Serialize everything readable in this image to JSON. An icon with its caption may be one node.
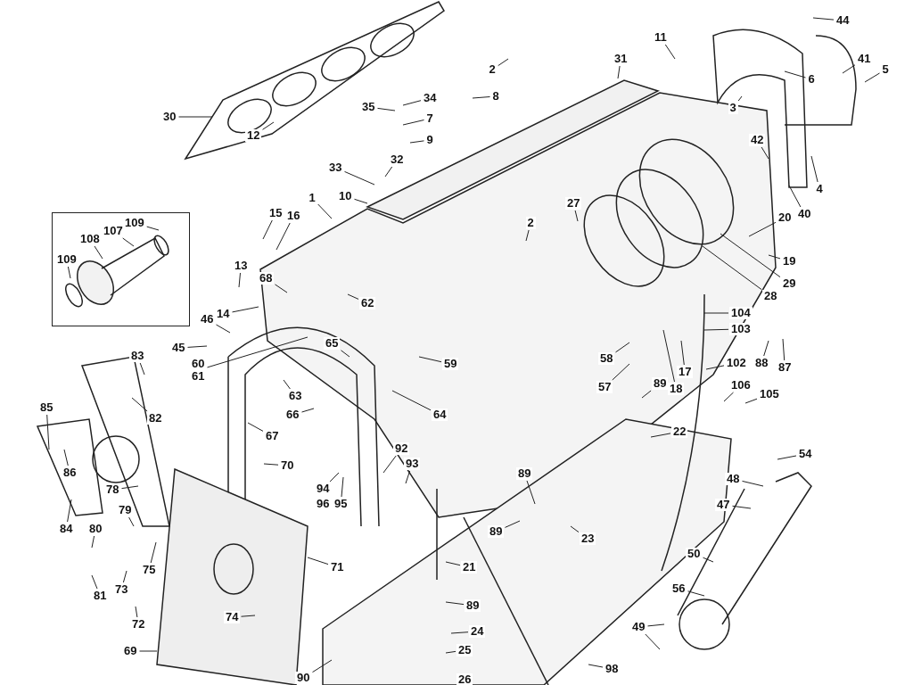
{
  "diagram": {
    "nodes": [
      {
        "text": [
          "30"
        ]
      },
      {
        "text": [
          "12"
        ]
      },
      {
        "text": [
          "2"
        ]
      },
      {
        "text": [
          "31"
        ]
      },
      {
        "text": [
          "11"
        ]
      },
      {
        "text": [
          "44"
        ]
      },
      {
        "text": [
          "41"
        ]
      },
      {
        "text": [
          "5"
        ]
      },
      {
        "text": [
          "6"
        ]
      },
      {
        "text": [
          "3"
        ]
      },
      {
        "text": [
          "8"
        ]
      },
      {
        "text": [
          "35"
        ]
      },
      {
        "text": [
          "34"
        ]
      },
      {
        "text": [
          "7"
        ]
      },
      {
        "text": [
          "9"
        ]
      },
      {
        "text": [
          "42"
        ]
      },
      {
        "text": [
          "32"
        ]
      },
      {
        "text": [
          "33"
        ]
      },
      {
        "text": [
          "4"
        ]
      },
      {
        "text": [
          "10"
        ]
      },
      {
        "text": [
          "1"
        ]
      },
      {
        "text": [
          "27"
        ]
      },
      {
        "text": [
          "40"
        ]
      },
      {
        "text": [
          "20"
        ]
      },
      {
        "text": [
          "15"
        ]
      },
      {
        "text": [
          "16"
        ]
      },
      {
        "text": [
          "2"
        ]
      },
      {
        "text": [],
        "shape": "box"
      },
      {
        "text": [
          "109"
        ],
        "in": 27
      },
      {
        "text": [
          "107"
        ],
        "in": 27
      },
      {
        "text": [
          "108"
        ],
        "in": 27
      },
      {
        "text": [
          "109"
        ],
        "in": 27
      },
      {
        "text": [
          "19"
        ]
      },
      {
        "text": [
          "13"
        ]
      },
      {
        "text": [
          "68"
        ]
      },
      {
        "text": [
          "29"
        ]
      },
      {
        "text": [
          "28"
        ]
      },
      {
        "text": [
          "62"
        ]
      },
      {
        "text": [
          "104"
        ]
      },
      {
        "text": [
          "14"
        ]
      },
      {
        "text": [
          "46"
        ]
      },
      {
        "text": [
          "103"
        ]
      },
      {
        "text": [
          "65"
        ]
      },
      {
        "text": [
          "45"
        ]
      },
      {
        "text": [
          "83"
        ]
      },
      {
        "text": [
          "60",
          "61"
        ]
      },
      {
        "text": [
          "58"
        ]
      },
      {
        "text": [
          "88"
        ]
      },
      {
        "text": [
          "102"
        ]
      },
      {
        "text": [
          "59"
        ]
      },
      {
        "text": [
          "87"
        ]
      },
      {
        "text": [
          "17"
        ]
      },
      {
        "text": [
          "89"
        ]
      },
      {
        "text": [
          "106"
        ]
      },
      {
        "text": [
          "57"
        ]
      },
      {
        "text": [
          "18"
        ]
      },
      {
        "text": [
          "105"
        ]
      },
      {
        "text": [
          "63"
        ]
      },
      {
        "text": [
          "85"
        ]
      },
      {
        "text": [
          "66"
        ]
      },
      {
        "text": [
          "64"
        ]
      },
      {
        "text": [
          "82"
        ]
      },
      {
        "text": [
          "22"
        ]
      },
      {
        "text": [
          "67"
        ]
      },
      {
        "text": [
          "92"
        ]
      },
      {
        "text": [
          "54"
        ]
      },
      {
        "text": [
          "93"
        ]
      },
      {
        "text": [
          "70"
        ]
      },
      {
        "text": [
          "86"
        ]
      },
      {
        "text": [
          "89"
        ]
      },
      {
        "text": [
          "48"
        ]
      },
      {
        "text": [
          "94"
        ]
      },
      {
        "text": [
          "78"
        ]
      },
      {
        "text": [
          "95"
        ]
      },
      {
        "text": [
          "47"
        ]
      },
      {
        "text": [
          "79"
        ]
      },
      {
        "text": [
          "80"
        ]
      },
      {
        "text": [
          "84"
        ]
      },
      {
        "text": [
          "89"
        ]
      },
      {
        "text": [
          "23"
        ]
      },
      {
        "text": [
          "50"
        ]
      },
      {
        "text": [
          "21"
        ]
      },
      {
        "text": [
          "71"
        ]
      },
      {
        "text": [
          "75"
        ]
      },
      {
        "text": [
          "56"
        ]
      },
      {
        "text": [
          "73"
        ]
      },
      {
        "text": [
          "81"
        ]
      },
      {
        "text": [
          "89"
        ]
      },
      {
        "text": [
          "74"
        ]
      },
      {
        "text": [
          "72"
        ]
      },
      {
        "text": [
          "49"
        ]
      },
      {
        "text": [
          "24"
        ]
      },
      {
        "text": [
          "25"
        ]
      },
      {
        "text": [
          "69"
        ]
      },
      {
        "text": [
          "98"
        ]
      },
      {
        "text": [
          "90"
        ]
      },
      {
        "text": [
          "96"
        ]
      },
      {
        "text": [
          "26"
        ]
      }
    ],
    "edges": [
      {
        "from": 0,
        "to": null,
        "arrow": "none"
      },
      {
        "from": 1,
        "to": null,
        "arrow": "none"
      },
      {
        "from": 2,
        "to": null,
        "arrow": "none"
      },
      {
        "from": 3,
        "to": null,
        "arrow": "none"
      },
      {
        "from": 4,
        "to": null,
        "arrow": "none"
      },
      {
        "from": 5,
        "to": null,
        "arrow": "none"
      },
      {
        "from": 6,
        "to": null,
        "arrow": "none"
      },
      {
        "from": 7,
        "to": null,
        "arrow": "none"
      },
      {
        "from": 8,
        "to": null,
        "arrow": "none"
      },
      {
        "from": 9,
        "to": null,
        "arrow": "none"
      },
      {
        "from": 10,
        "to": null,
        "arrow": "none"
      },
      {
        "from": 11,
        "to": null,
        "arrow": "none"
      },
      {
        "from": 12,
        "to": null,
        "arrow": "none"
      },
      {
        "from": 13,
        "to": null,
        "arrow": "none"
      },
      {
        "from": 14,
        "to": null,
        "arrow": "none"
      },
      {
        "from": 15,
        "to": null,
        "arrow": "none"
      },
      {
        "from": 16,
        "to": null,
        "arrow": "none"
      },
      {
        "from": 17,
        "to": null,
        "arrow": "none"
      },
      {
        "from": 18,
        "to": null,
        "arrow": "none"
      },
      {
        "from": 19,
        "to": null,
        "arrow": "none"
      },
      {
        "from": 20,
        "to": null,
        "arrow": "none"
      },
      {
        "from": 21,
        "to": null,
        "arrow": "none"
      },
      {
        "from": 22,
        "to": null,
        "arrow": "none"
      },
      {
        "from": 23,
        "to": null,
        "arrow": "none"
      },
      {
        "from": 24,
        "to": null,
        "arrow": "none"
      },
      {
        "from": 25,
        "to": null,
        "arrow": "none"
      },
      {
        "from": 26,
        "to": null,
        "arrow": "none"
      },
      {
        "from": 28,
        "to": null,
        "arrow": "none"
      },
      {
        "from": 29,
        "to": null,
        "arrow": "none"
      },
      {
        "from": 30,
        "to": null,
        "arrow": "none"
      },
      {
        "from": 31,
        "to": null,
        "arrow": "none"
      },
      {
        "from": 32,
        "to": null,
        "arrow": "none"
      },
      {
        "from": 33,
        "to": null,
        "arrow": "none"
      },
      {
        "from": 34,
        "to": null,
        "arrow": "none"
      },
      {
        "from": 35,
        "to": null,
        "arrow": "none"
      },
      {
        "from": 36,
        "to": null,
        "arrow": "none"
      },
      {
        "from": 37,
        "to": null,
        "arrow": "none"
      },
      {
        "from": 38,
        "to": null,
        "arrow": "none"
      },
      {
        "from": 39,
        "to": null,
        "arrow": "none"
      },
      {
        "from": 40,
        "to": null,
        "arrow": "none"
      },
      {
        "from": 41,
        "to": null,
        "arrow": "none"
      },
      {
        "from": 42,
        "to": null,
        "arrow": "none"
      },
      {
        "from": 43,
        "to": null,
        "arrow": "none"
      },
      {
        "from": 44,
        "to": null,
        "arrow": "none"
      },
      {
        "from": 45,
        "to": null,
        "arrow": "none"
      },
      {
        "from": 46,
        "to": null,
        "arrow": "none"
      },
      {
        "from": 47,
        "to": null,
        "arrow": "none"
      },
      {
        "from": 48,
        "to": null,
        "arrow": "none"
      },
      {
        "from": 49,
        "to": null,
        "arrow": "none"
      },
      {
        "from": 50,
        "to": null,
        "arrow": "none"
      },
      {
        "from": 51,
        "to": null,
        "arrow": "none"
      },
      {
        "from": 52,
        "to": null,
        "arrow": "none"
      },
      {
        "from": 53,
        "to": null,
        "arrow": "none"
      },
      {
        "from": 54,
        "to": null,
        "arrow": "none"
      },
      {
        "from": 55,
        "to": null,
        "arrow": "none"
      },
      {
        "from": 56,
        "to": null,
        "arrow": "none"
      },
      {
        "from": 57,
        "to": null,
        "arrow": "none"
      },
      {
        "from": 58,
        "to": null,
        "arrow": "none"
      },
      {
        "from": 59,
        "to": null,
        "arrow": "none"
      },
      {
        "from": 60,
        "to": null,
        "arrow": "none"
      },
      {
        "from": 61,
        "to": null,
        "arrow": "none"
      },
      {
        "from": 62,
        "to": null,
        "arrow": "none"
      },
      {
        "from": 63,
        "to": null,
        "arrow": "none"
      },
      {
        "from": 64,
        "to": null,
        "arrow": "none"
      },
      {
        "from": 65,
        "to": null,
        "arrow": "none"
      },
      {
        "from": 66,
        "to": null,
        "arrow": "none"
      },
      {
        "from": 67,
        "to": null,
        "arrow": "none"
      },
      {
        "from": 68,
        "to": null,
        "arrow": "none"
      },
      {
        "from": 69,
        "to": null,
        "arrow": "none"
      },
      {
        "from": 70,
        "to": null,
        "arrow": "none"
      },
      {
        "from": 71,
        "to": null,
        "arrow": "none"
      },
      {
        "from": 72,
        "to": null,
        "arrow": "none"
      },
      {
        "from": 73,
        "to": null,
        "arrow": "none"
      },
      {
        "from": 74,
        "to": null,
        "arrow": "none"
      },
      {
        "from": 75,
        "to": null,
        "arrow": "none"
      },
      {
        "from": 76,
        "to": null,
        "arrow": "none"
      },
      {
        "from": 77,
        "to": null,
        "arrow": "none"
      },
      {
        "from": 78,
        "to": null,
        "arrow": "none"
      },
      {
        "from": 79,
        "to": null,
        "arrow": "none"
      },
      {
        "from": 80,
        "to": null,
        "arrow": "none"
      },
      {
        "from": 81,
        "to": null,
        "arrow": "none"
      },
      {
        "from": 82,
        "to": null,
        "arrow": "none"
      },
      {
        "from": 83,
        "to": null,
        "arrow": "none"
      },
      {
        "from": 84,
        "to": null,
        "arrow": "none"
      },
      {
        "from": 85,
        "to": null,
        "arrow": "none"
      },
      {
        "from": 86,
        "to": null,
        "arrow": "none"
      },
      {
        "from": 87,
        "to": null,
        "arrow": "none"
      },
      {
        "from": 88,
        "to": null,
        "arrow": "none"
      },
      {
        "from": 89,
        "to": null,
        "arrow": "none"
      },
      {
        "from": 90,
        "to": null,
        "arrow": "none"
      },
      {
        "from": 90,
        "to": null,
        "arrow": "none"
      },
      {
        "from": 91,
        "to": null,
        "arrow": "none"
      },
      {
        "from": 92,
        "to": null,
        "arrow": "none"
      },
      {
        "from": 93,
        "to": null,
        "arrow": "none"
      },
      {
        "from": 94,
        "to": null,
        "arrow": "none"
      },
      {
        "from": 95,
        "to": null,
        "arrow": "none"
      }
    ]
  }
}
